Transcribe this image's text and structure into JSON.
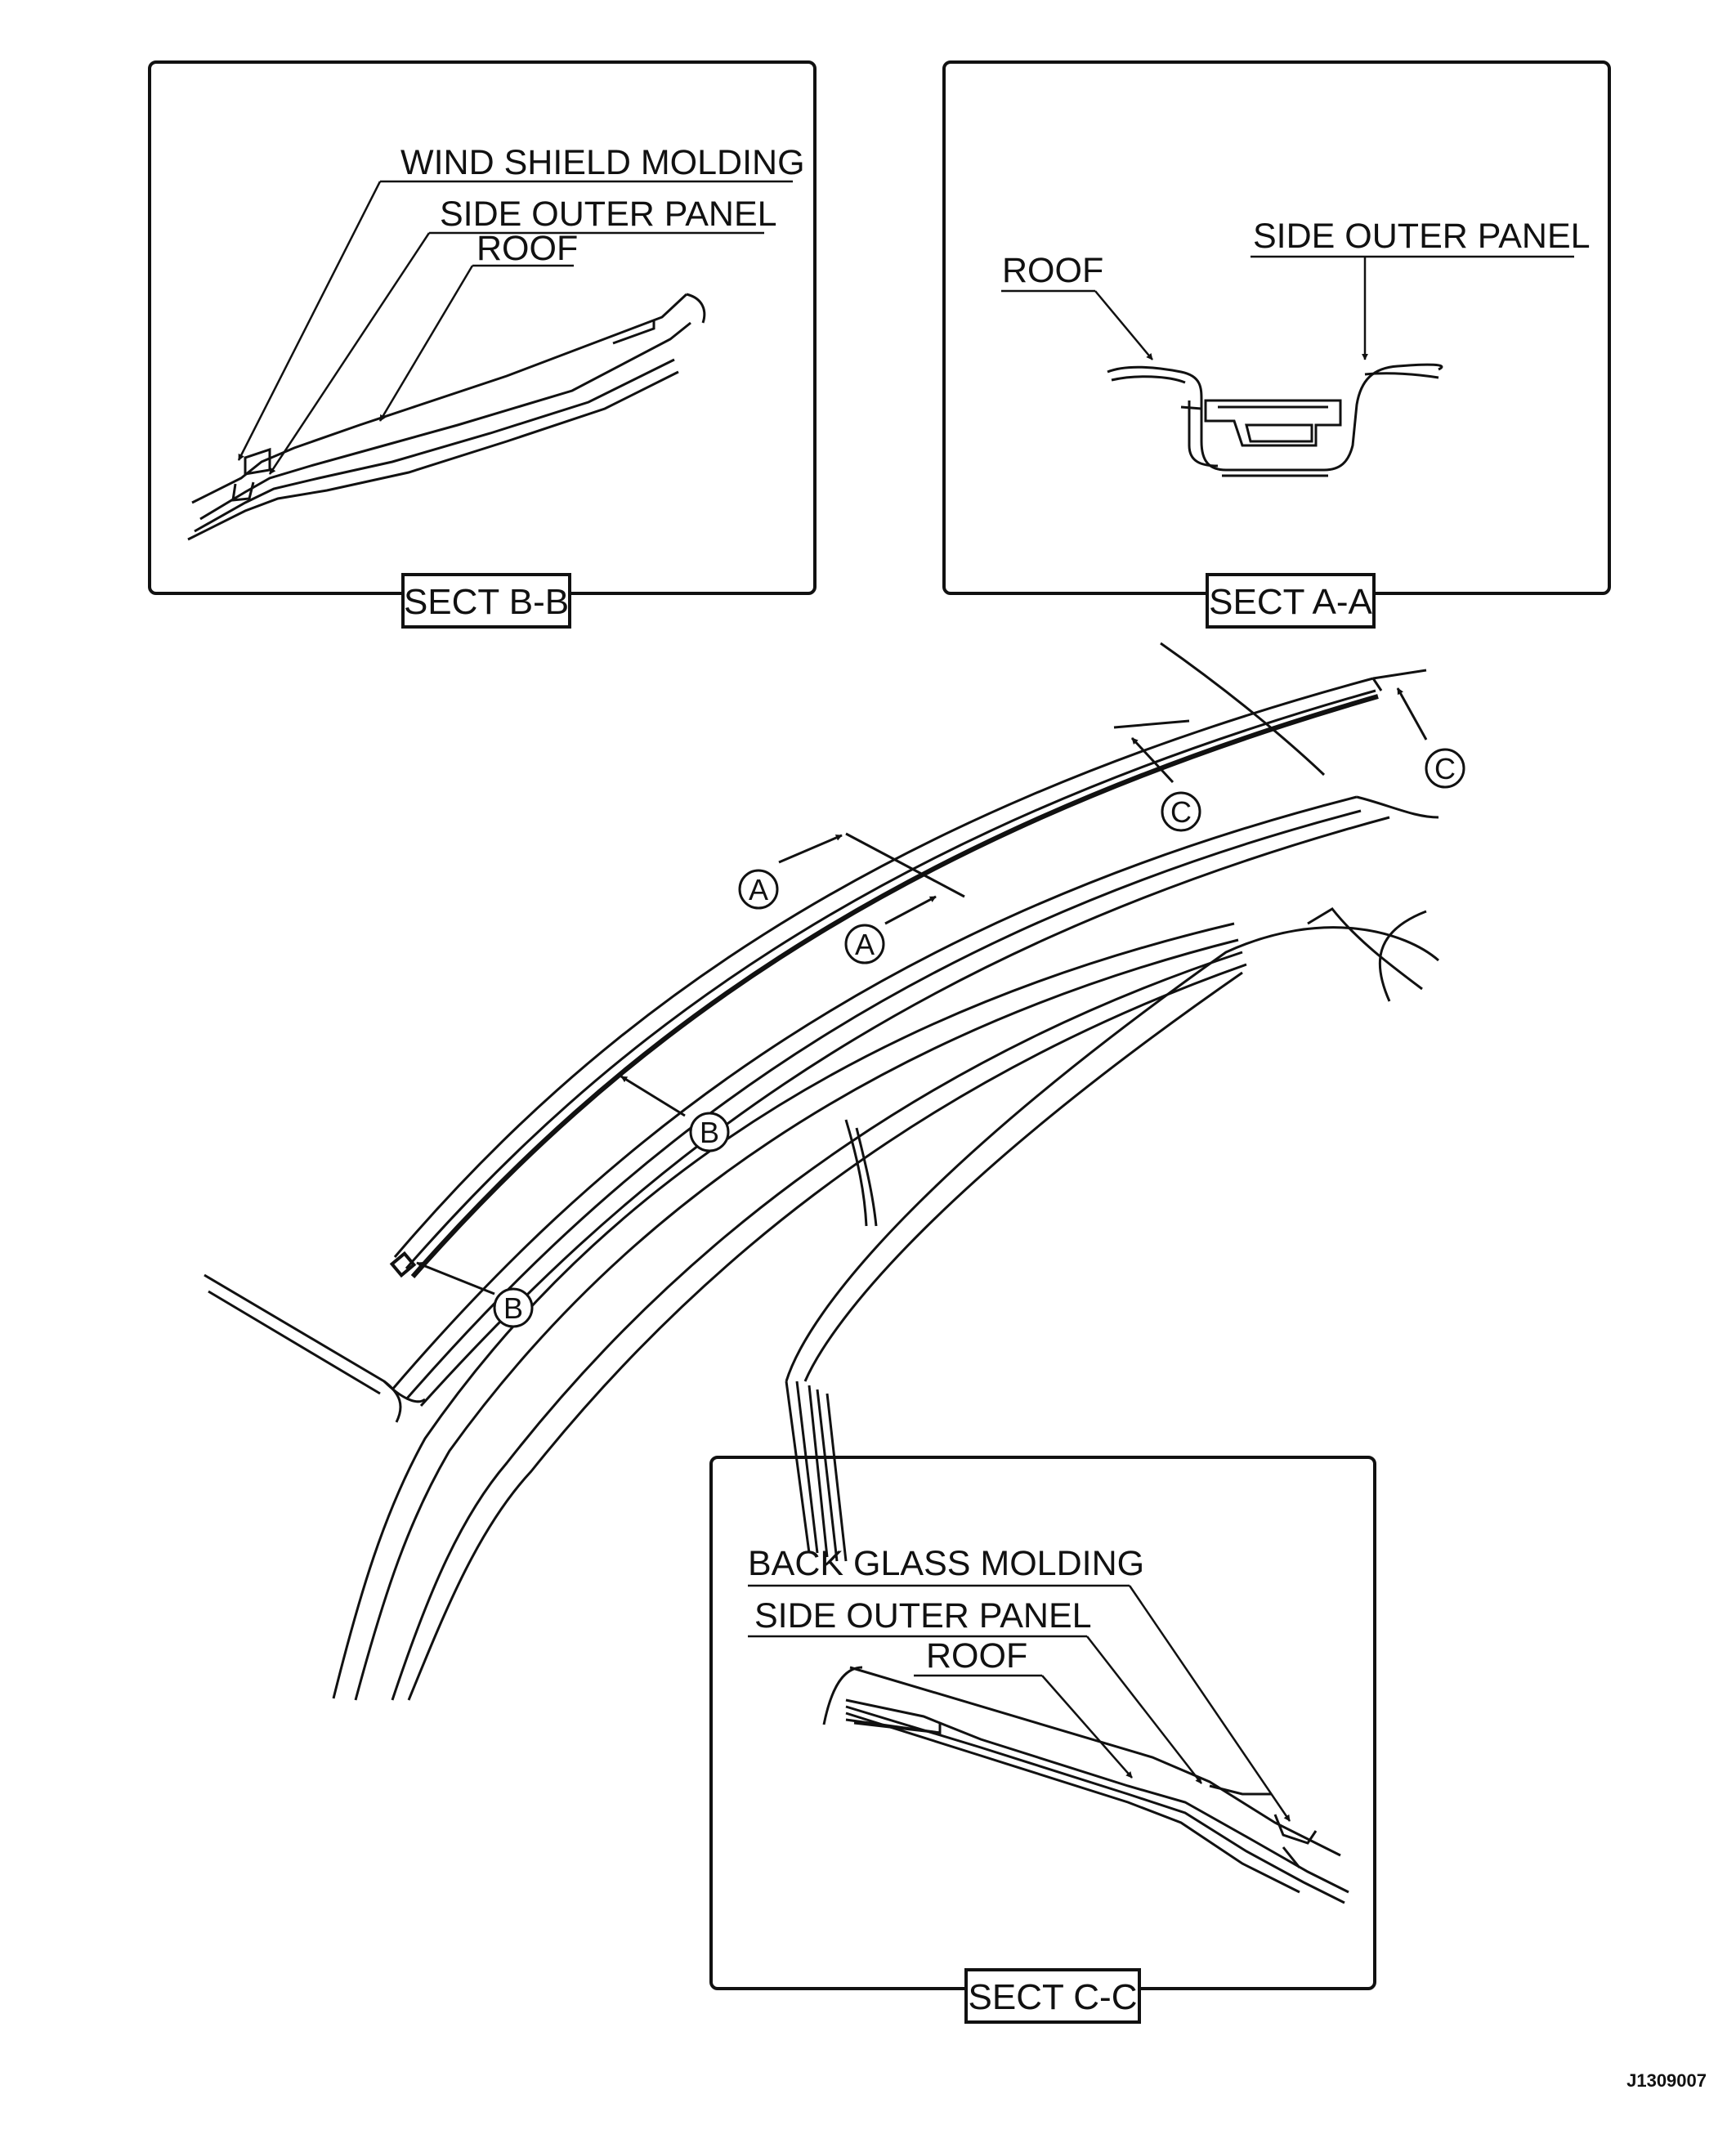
{
  "sections": {
    "b_b": {
      "caption": "SECT B-B",
      "labels": [
        "WIND SHIELD MOLDING",
        "SIDE OUTER PANEL",
        "ROOF"
      ]
    },
    "a_a": {
      "caption": "SECT A-A",
      "labels": [
        "ROOF",
        "SIDE OUTER PANEL"
      ]
    },
    "c_c": {
      "caption": "SECT C-C",
      "labels": [
        "BACK GLASS MOLDING",
        "SIDE OUTER PANEL",
        "ROOF"
      ]
    }
  },
  "callouts": {
    "a": "A",
    "b": "B",
    "c": "C"
  },
  "figure_id": "J1309007"
}
